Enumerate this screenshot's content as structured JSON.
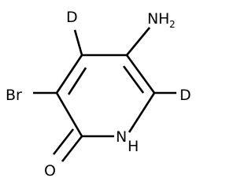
{
  "molecule": {
    "atoms": {
      "amine_n": "N",
      "amine_h": "H",
      "amine_h_count": "2",
      "deuterium_top": "D",
      "deuterium_right": "D",
      "bromine": "Br",
      "ring_nh_n": "N",
      "ring_nh_h": "H",
      "carbonyl_o": "O"
    }
  }
}
